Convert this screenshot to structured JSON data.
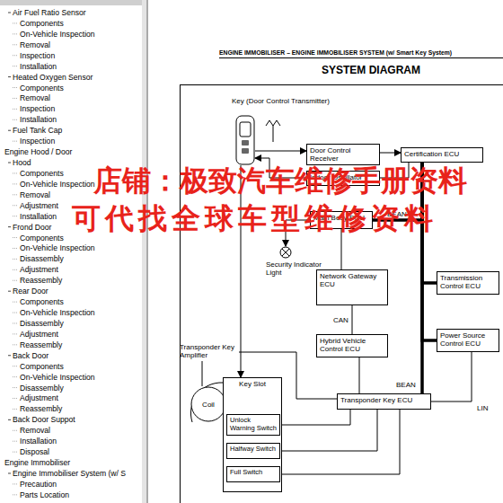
{
  "diagram": {
    "title": "SYSTEM DIAGRAM",
    "nodes": [
      {
        "text": [
          "Key (Door Control Transmitter)"
        ]
      },
      {
        "text": [
          "Door Control Receiver"
        ]
      },
      {
        "text": [
          "Certification ECU"
        ]
      },
      {
        "text": [
          "Indoor Oscillator"
        ]
      },
      {
        "text": [
          "Main Body ECU"
        ]
      },
      {
        "text": [
          "Security Indicator Light"
        ]
      },
      {
        "text": [
          "Network Gateway ECU"
        ]
      },
      {
        "text": [
          "Transmission Control ECU"
        ]
      },
      {
        "text": [
          "Hybrid Vehicle Control ECU"
        ]
      },
      {
        "text": [
          "Power Source Control ECU"
        ]
      },
      {
        "text": [
          "Transponder Key Amplifier"
        ]
      },
      {
        "text": [
          "Coil"
        ]
      },
      {
        "text": [
          "Key Slot"
        ]
      },
      {
        "text": [
          "Unlock Warning Switch"
        ],
        "in": 12
      },
      {
        "text": [
          "Halfway Switch"
        ],
        "in": 12
      },
      {
        "text": [
          "Full Switch"
        ],
        "in": 12
      },
      {
        "text": [
          "Transponder Key ECU"
        ]
      }
    ],
    "edges": [
      {
        "from": 0,
        "to": 1,
        "arrow": "to"
      },
      {
        "from": 1,
        "to": 2,
        "arrow": "to"
      },
      {
        "from": 2,
        "to": 3,
        "arrow": "none"
      },
      {
        "from": 3,
        "to": 0,
        "arrow": "to"
      },
      {
        "from": 2,
        "to": 4,
        "arrow": "none",
        "label": "BEAN"
      },
      {
        "from": 2,
        "to": 7,
        "arrow": "none"
      },
      {
        "from": 2,
        "to": 9,
        "arrow": "none"
      },
      {
        "from": 2,
        "to": 16,
        "arrow": "none",
        "label": "BEAN"
      },
      {
        "from": 4,
        "to": 5,
        "arrow": "to"
      },
      {
        "from": 4,
        "to": 6,
        "arrow": "none"
      },
      {
        "from": 6,
        "to": 8,
        "arrow": "none",
        "label": "CAN"
      },
      {
        "from": 8,
        "to": 16,
        "arrow": "none"
      },
      {
        "from": 16,
        "to": 9,
        "arrow": "none",
        "label": "LIN"
      },
      {
        "from": 0,
        "to": 12,
        "arrow": "to"
      },
      {
        "from": 10,
        "to": 11,
        "arrow": "none"
      },
      {
        "from": 16,
        "to": 10,
        "arrow": "none"
      },
      {
        "from": 13,
        "to": 16,
        "arrow": "none"
      },
      {
        "from": 14,
        "to": 16,
        "arrow": "none"
      },
      {
        "from": 15,
        "to": 16,
        "arrow": "none"
      }
    ],
    "labels": [
      "Air Fuel Ratio Sensor",
      "Components",
      "On-Vehicle Inspection",
      "Removal",
      "Inspection",
      "Installation",
      "Heated Oxygen Sensor",
      "Components",
      "Removal",
      "Inspection",
      "Installation",
      "Fuel Tank Cap",
      "Inspection",
      "Engine Hood / Door",
      "Hood",
      "Components",
      "On-Vehicle Inspection",
      "Removal",
      "Adjustment",
      "Installation",
      "Frond Door",
      "Components",
      "On-Vehicle Inspection",
      "Disassembly",
      "Adjustment",
      "Reassembly",
      "Rear Door",
      "Components",
      "On-Vehicle Inspection",
      "Disassembly",
      "Adjustment",
      "Reassembly",
      "Back Door",
      "Components",
      "On-Vehicle Inspection",
      "Disassembly",
      "Adjustment",
      "Reassembly",
      "Back Door Suppot",
      "Removal",
      "Installation",
      "Disposal",
      "Engine Immobiliser",
      "Engine Immobiliser System (w/ S",
      "Precaution",
      "Parts Location",
      "ENGINE IMMOBILISER – ENGINE IMMOBILISER SYSTEM (w/ Smart Key System)",
      "店铺：极致汽车维修手册资料",
      "可代找全球车型维修资料"
    ]
  }
}
